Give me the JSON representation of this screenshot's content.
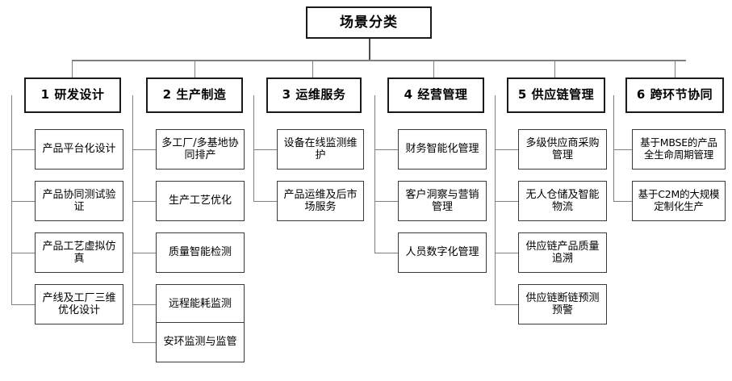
{
  "diagram": {
    "title": "场景分类",
    "root": {
      "label": "场景分类"
    },
    "categories": [
      {
        "index": "1",
        "label": "1 研发设计",
        "items": [
          {
            "label": "产品平台化设计"
          },
          {
            "label": "产品协同测试验证"
          },
          {
            "label": "产品工艺虚拟仿真"
          },
          {
            "label": "产线及工厂三维优化设计"
          }
        ]
      },
      {
        "index": "2",
        "label": "2 生产制造",
        "items": [
          {
            "label": "多工厂/多基地协同排产"
          },
          {
            "label": "生产工艺优化"
          },
          {
            "label": "质量智能检测"
          },
          {
            "label": "远程能耗监测"
          },
          {
            "label": "安环监测与监管"
          }
        ]
      },
      {
        "index": "3",
        "label": "3 运维服务",
        "items": [
          {
            "label": "设备在线监测维护"
          },
          {
            "label": "产品运维及后市场服务"
          }
        ]
      },
      {
        "index": "4",
        "label": "4 经营管理",
        "items": [
          {
            "label": "财务智能化管理"
          },
          {
            "label": "客户洞察与营销管理"
          },
          {
            "label": "人员数字化管理"
          }
        ]
      },
      {
        "index": "5",
        "label": "5 供应链管理",
        "items": [
          {
            "label": "多级供应商采购管理"
          },
          {
            "label": "无人仓储及智能物流"
          },
          {
            "label": "供应链产品质量追溯"
          },
          {
            "label": "供应链断链预测预警"
          }
        ]
      },
      {
        "index": "6",
        "label": "6 跨环节协同",
        "items": [
          {
            "label": "基于MBSE的产品全生命周期管理"
          },
          {
            "label": "基于C2M的大规模定制化生产"
          }
        ]
      }
    ]
  },
  "colors": {
    "box_border": "#1a1a1a",
    "leaf_border": "#3a3a3a",
    "connector": "#7f7f7f",
    "background": "#ffffff",
    "text": "#000000"
  }
}
